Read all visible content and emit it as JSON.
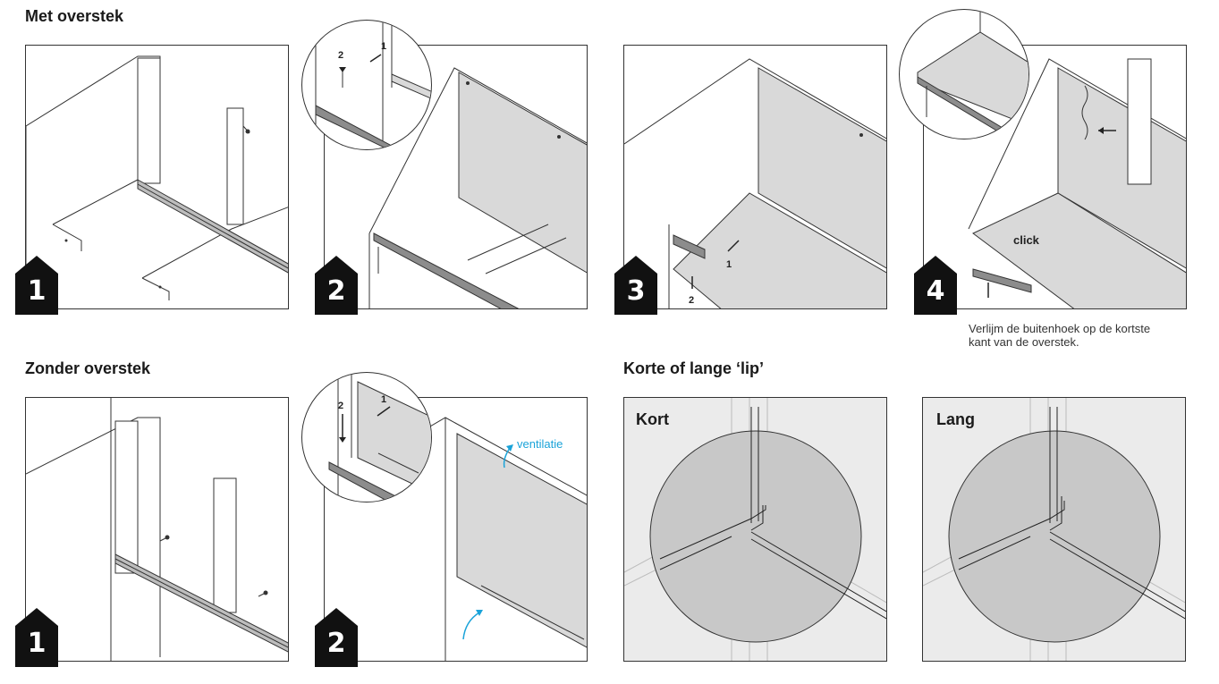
{
  "sections": {
    "met_overstek": "Met overstek",
    "zonder_overstek": "Zonder overstek",
    "korte_lange_lip": "Korte of lange ‘lip’"
  },
  "steps": {
    "met": [
      "1",
      "2",
      "3",
      "4"
    ],
    "zonder": [
      "1",
      "2"
    ]
  },
  "annotations": {
    "click": "click",
    "ventilatie": "ventilatie",
    "arrow_1": "1",
    "arrow_2": "2"
  },
  "caption_step4": {
    "line1": "Verlijm de buitenhoek op de kortste",
    "line2": "kant van de overstek."
  },
  "lip": {
    "kort": "Kort",
    "lang": "Lang"
  },
  "colors": {
    "panel_grey": "#d9d9d9",
    "rail_dark": "#8c8c8c",
    "badge_black": "#111111",
    "accent_cyan": "#1aa3d9",
    "light_grey_bg": "#ebebeb"
  }
}
